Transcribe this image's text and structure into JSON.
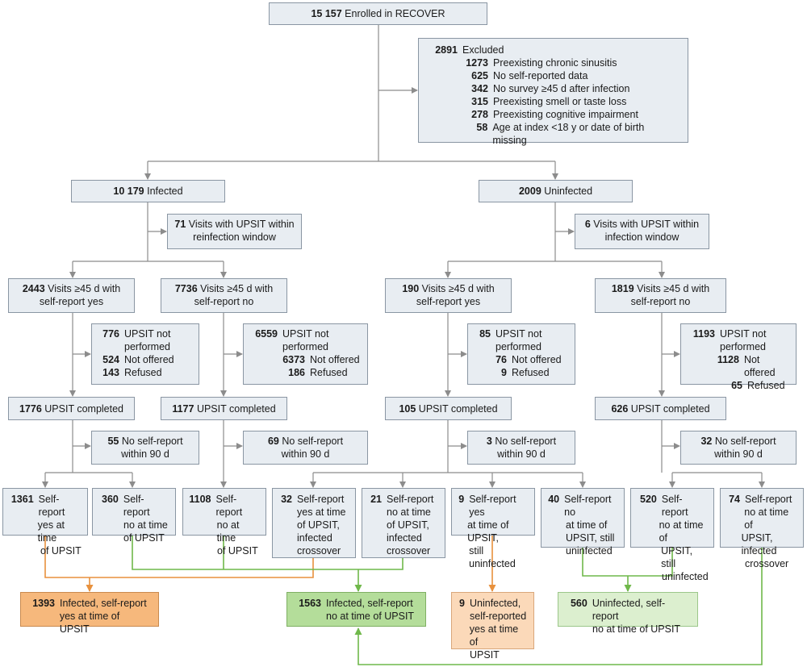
{
  "colors": {
    "box_fill": "#e8edf2",
    "box_border": "#8a96a3",
    "line_gray": "#8c8c8c",
    "orange": "#e8913d",
    "green": "#6fb84a",
    "orange_dark": "#f6b87c",
    "orange_light": "#fbd9b9",
    "green_dark": "#b4dd9a",
    "green_light": "#dcefcf"
  },
  "enrolled": {
    "n": "15 157",
    "label": "Enrolled in RECOVER"
  },
  "excluded": {
    "n": "2891",
    "label": "Excluded",
    "items": [
      {
        "n": "1273",
        "label": "Preexisting chronic sinusitis"
      },
      {
        "n": "625",
        "label": "No self-reported data"
      },
      {
        "n": "342",
        "label": "No survey ≥45 d after infection"
      },
      {
        "n": "315",
        "label": "Preexisting smell or taste loss"
      },
      {
        "n": "278",
        "label": "Preexisting cognitive impairment"
      },
      {
        "n": "58",
        "label": "Age at index <18 y or date of birth missing"
      }
    ]
  },
  "infected": {
    "n": "10 179",
    "label": "Infected"
  },
  "uninfected": {
    "n": "2009",
    "label": "Uninfected"
  },
  "reinfection": {
    "n": "71",
    "label": "Visits with UPSIT within",
    "label2": "reinfection window"
  },
  "infection_win": {
    "n": "6",
    "label": "Visits with UPSIT within",
    "label2": "infection window"
  },
  "visits": [
    {
      "n": "2443",
      "label": "Visits ≥45 d with",
      "label2": "self-report yes"
    },
    {
      "n": "7736",
      "label": "Visits ≥45 d with",
      "label2": "self-report no"
    },
    {
      "n": "190",
      "label": "Visits ≥45 d with",
      "label2": "self-report yes"
    },
    {
      "n": "1819",
      "label": "Visits ≥45 d with",
      "label2": "self-report no"
    }
  ],
  "not_performed": [
    {
      "n": "776",
      "label": "UPSIT not",
      "label2": "performed",
      "n_no": "524",
      "no": "Not offered",
      "n_ref": "143",
      "ref": "Refused"
    },
    {
      "n": "6559",
      "label": "UPSIT not",
      "label2": "performed",
      "n_no": "6373",
      "no": "Not offered",
      "n_ref": "186",
      "ref": "Refused"
    },
    {
      "n": "85",
      "label": "UPSIT not",
      "label2": "performed",
      "n_no": "76",
      "no": "Not offered",
      "n_ref": "9",
      "ref": "Refused"
    },
    {
      "n": "1193",
      "label": "UPSIT not",
      "label2": "performed",
      "n_no": "1128",
      "no": "Not offered",
      "n_ref": "65",
      "ref": "Refused"
    }
  ],
  "completed": [
    {
      "n": "1776",
      "label": "UPSIT completed"
    },
    {
      "n": "1177",
      "label": "UPSIT completed"
    },
    {
      "n": "105",
      "label": "UPSIT completed"
    },
    {
      "n": "626",
      "label": "UPSIT completed"
    }
  ],
  "no_selfreport": [
    {
      "n": "55",
      "label": "No self-report",
      "label2": "within 90 d"
    },
    {
      "n": "69",
      "label": "No self-report",
      "label2": "within 90 d"
    },
    {
      "n": "3",
      "label": "No self-report",
      "label2": "within 90 d"
    },
    {
      "n": "32",
      "label": "No self-report",
      "label2": "within 90 d"
    }
  ],
  "subgroups": [
    {
      "n": "1361",
      "l1": "Self-report",
      "l2": "yes at time",
      "l3": "of UPSIT",
      "l4": ""
    },
    {
      "n": "360",
      "l1": "Self-report",
      "l2": "no at time",
      "l3": "of UPSIT",
      "l4": ""
    },
    {
      "n": "1108",
      "l1": "Self-report",
      "l2": "no at time",
      "l3": "of UPSIT",
      "l4": ""
    },
    {
      "n": "32",
      "l1": "Self-report",
      "l2": "yes at time",
      "l3": "of UPSIT,",
      "l4": "infected",
      "l5": "crossover"
    },
    {
      "n": "21",
      "l1": "Self-report",
      "l2": "no at time",
      "l3": "of UPSIT,",
      "l4": "infected",
      "l5": "crossover"
    },
    {
      "n": "9",
      "l1": "Self-report yes",
      "l2": "at time of UPSIT,",
      "l3": "still uninfected",
      "l4": ""
    },
    {
      "n": "40",
      "l1": "Self-report no",
      "l2": "at time of",
      "l3": "UPSIT, still",
      "l4": "uninfected"
    },
    {
      "n": "520",
      "l1": "Self-report",
      "l2": "no at time of",
      "l3": "UPSIT, still",
      "l4": "uninfected"
    },
    {
      "n": "74",
      "l1": "Self-report",
      "l2": "no at time of",
      "l3": "UPSIT, infected",
      "l4": "crossover"
    }
  ],
  "finals": [
    {
      "n": "1393",
      "label": "Infected, self-report",
      "label2": "yes at time of UPSIT"
    },
    {
      "n": "1563",
      "label": "Infected, self-report",
      "label2": "no at time of UPSIT"
    },
    {
      "n": "9",
      "label": "Uninfected,",
      "label2": "self-reported",
      "label3": "yes at time of",
      "label4": "UPSIT"
    },
    {
      "n": "560",
      "label": "Uninfected, self-report",
      "label2": "no at time of UPSIT"
    }
  ]
}
